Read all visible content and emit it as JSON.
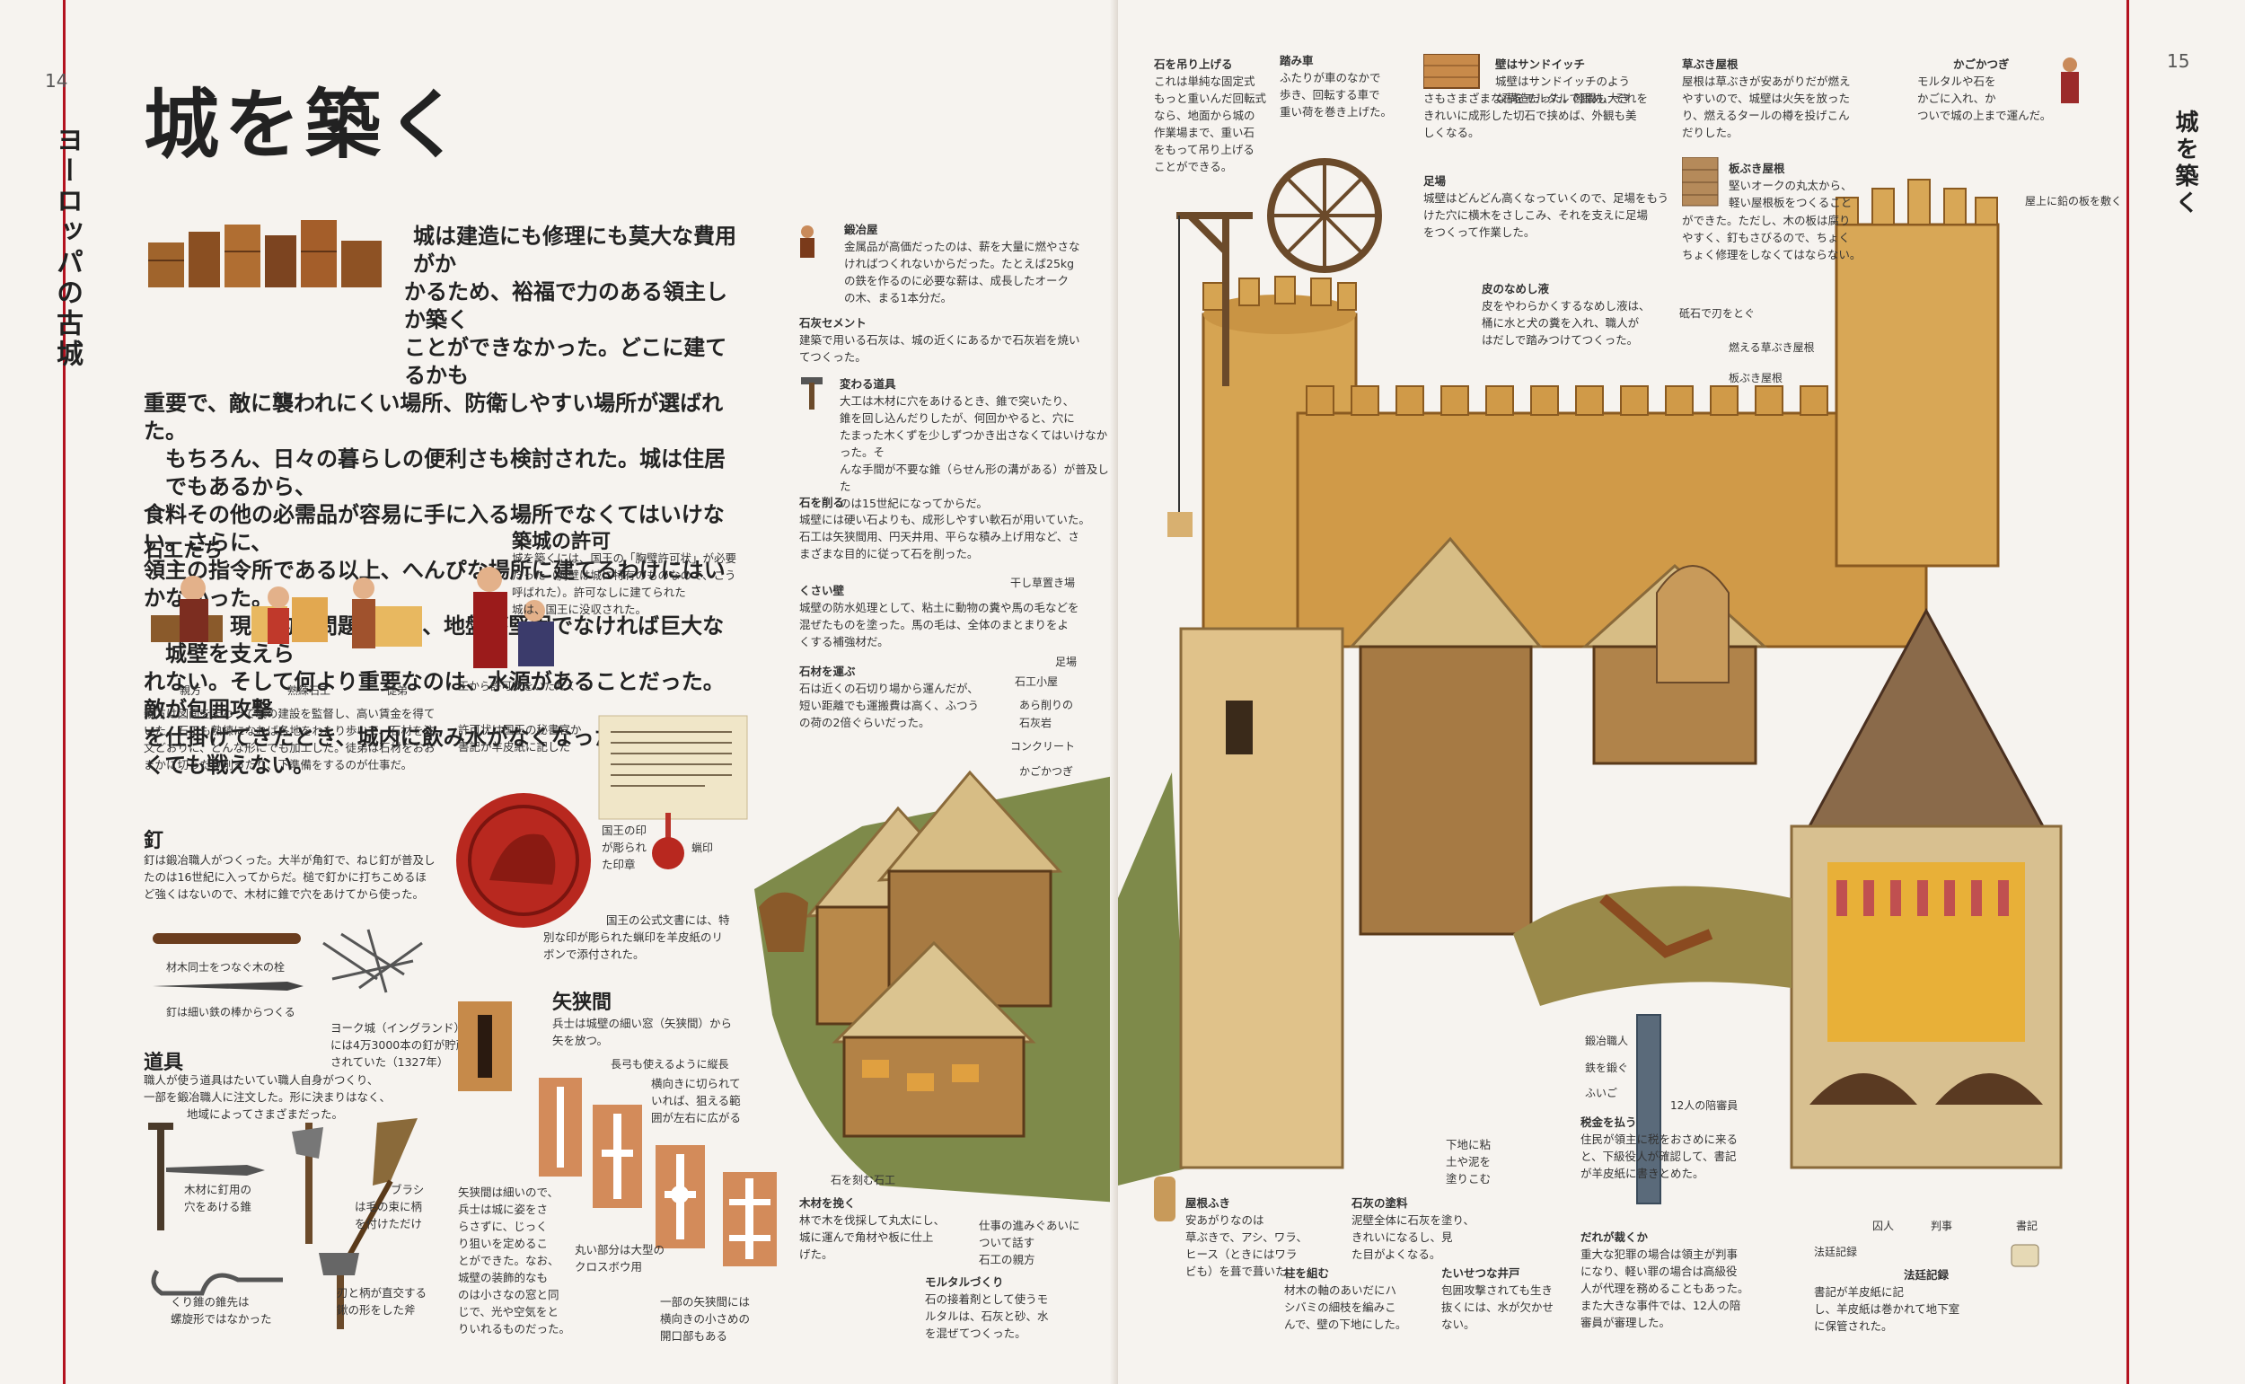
{
  "page_numbers": {
    "left": "14",
    "right": "15"
  },
  "running_heads": {
    "left": "ヨーロッパの古城",
    "right": "城を築く"
  },
  "title": "城を築く",
  "intro": [
    "城は建造にも修理にも莫大な費用がか",
    "かるため、裕福で力のある領主しか築く",
    "ことができなかった。どこに建てるかも",
    "重要で、敵に襲われにくい場所、防衛しやすい場所が選ばれた。",
    "もちろん、日々の暮らしの便利さも検討された。城は住居でもあるから、",
    "食料その他の必需品が容易に手に入る場所でなくてはいけない。さらに、",
    "領主の指令所である以上、へんぴな場所に建てるわけにはいかなかった。",
    "また、現実的な問題として、地盤が堅固でなければ巨大な城壁を支えら",
    "れない。そして何より重要なのは、水源があることだった。敵が包囲攻撃",
    "を仕掛けてきたとき、城内に飲み水がなくなったら、戦いたくても戦えない。"
  ],
  "sections": {
    "masons": {
      "heading": "石工たち",
      "labels": [
        "親方",
        "熟練石工",
        "徒弟"
      ],
      "text": [
        "親方は図面をまわって城の建設を監督し、高い賃金を得て",
        "いた。石工も熟練になれば各地をわたり歩いて、石材を注",
        "文どおりに、どんな形にでも加工した。徒弟は石材をおお",
        "まかに切ったり削ったり、下準備をするのが仕事だ。"
      ]
    },
    "permit": {
      "heading": "築城の許可",
      "text": [
        "城を築くには、国王の「胸壁許可状」が必要",
        "だった（胸壁は城に特有のものなので、こう",
        "呼ばれた）。許可なしに建てられた",
        "城は、国王に没収された。"
      ],
      "caption": "王から許可状をいただく",
      "document_caption": [
        "許可状は国王の秘書官か",
        "書記が羊皮紙に記した"
      ],
      "seal_caption": [
        "国王の印",
        "が彫られ",
        "た印章"
      ],
      "wax_label": "蝋印",
      "seal_text": [
        "国王の公式文書には、特",
        "別な印が彫られた蝋印を羊皮紙のリ",
        "ボンで添付された。"
      ]
    },
    "nails": {
      "heading": "釘",
      "text": [
        "釘は鍛冶職人がつくった。大半が角釘で、ねじ釘が普及し",
        "たのは16世紀に入ってからだ。槌で釘かに打ちこめるほ",
        "ど強くはないので、木材に錐で穴をあけてから使った。"
      ],
      "peg_label": "材木同士をつなぐ木の栓",
      "iron_label": "釘は細い鉄の棒からつくる",
      "york_text": [
        "ヨーク城（イングランド）",
        "には4万3000本の釘が貯蔵",
        "されていた（1327年）"
      ]
    },
    "tools": {
      "heading": "道具",
      "text": [
        "職人が使う道具はたいてい職人自身がつくり、",
        "一部を鍛冶職人に注文した。形に決まりはなく、",
        "地域によってさまざまだった。"
      ],
      "auger": [
        "木材に釘用の",
        "穴をあける錐"
      ],
      "brush": [
        "ブラシ",
        "は毛の束に柄",
        "を付けただけ"
      ],
      "brace": [
        "くり錐の錐先は",
        "螺旋形ではなかった"
      ],
      "axe": [
        "刃と柄が直交する",
        "鍬の形をした斧"
      ]
    },
    "loophole": {
      "heading": "矢狭間",
      "text": [
        "兵士は城壁の細い窓（矢狭間）から",
        "矢を放つ。"
      ],
      "longbow": [
        "長弓も使えるように縦長"
      ],
      "cross": [
        "横向きに切られて",
        "いれば、狙える範",
        "囲が左右に広がる"
      ],
      "text2": [
        "矢狭間は細いので、",
        "兵士は城に姿をさ",
        "らさずに、じっく",
        "り狙いを定めるこ",
        "とができた。なお、",
        "城壁の装飾的なも",
        "のは小さなの窓と同",
        "じで、光や空気をと",
        "りいれるものだった。"
      ],
      "round": [
        "丸い部分は大型の",
        "クロスボウ用"
      ],
      "slots": [
        "一部の矢狭間には",
        "横向きの小さめの",
        "開口部もある"
      ]
    },
    "middle": [
      {
        "h": "鍛冶屋",
        "t": [
          "金属品が高価だったのは、薪を大量に燃やさな",
          "ければつくれないからだった。たとえば25kg",
          "の鉄を作るのに必要な薪は、成長したオーク",
          "の木、まる1本分だ。"
        ]
      },
      {
        "h": "石灰セメント",
        "t": [
          "建築で用いる石灰は、城の近くにあるかで石灰岩を焼い",
          "てつくった。"
        ]
      },
      {
        "h": "変わる道具",
        "t": [
          "大工は木材に穴をあけるとき、錐で突いたり、",
          "錐を回し込んだりしたが、何回かやると、穴に",
          "たまった木くずを少しずつかき出さなくてはいけなかった。そ",
          "んな手間が不要な錐（らせん形の溝がある）が普及した",
          "のは15世紀になってからだ。"
        ]
      },
      {
        "h": "石を削る",
        "t": [
          "城壁には硬い石よりも、成形しやすい軟石が用いていた。",
          "石工は矢狭間用、円天井用、平らな積み上げ用など、さ",
          "まざまな目的に従って石を削った。"
        ]
      },
      {
        "h": "くさい壁",
        "t": [
          "城壁の防水処理として、粘土に動物の糞や馬の毛などを",
          "混ぜたものを塗った。馬の毛は、全体のまとまりをよ",
          "くする補強材だ。"
        ]
      },
      {
        "h": "石材を運ぶ",
        "t": [
          "石は近くの石切り場から運んだが、",
          "短い距離でも運搬費は高く、ふつう",
          "の荷の2倍ぐらいだった。"
        ]
      }
    ],
    "crane": {
      "h": "石を吊り上げる",
      "t": [
        "これは単純な固定式",
        "もっと重いんだ回転式",
        "なら、地面から城の",
        "作業場まで、重い石",
        "をもって吊り上げる",
        "ことができる。"
      ]
    },
    "treadwheel": {
      "h": "踏み車",
      "t": [
        "ふたりが車のなかで",
        "歩き、回転する車で",
        "重い荷を巻き上げた。"
      ]
    },
    "sandwich": {
      "h": "壁はサンドイッチ",
      "t": [
        "城壁はサンドイッチのよう",
        "な構造だった。隙間も大き",
        "さもさまざまな石をモルタルで固め、それを",
        "きれいに成形した切石で挟めば、外観も美",
        "しくなる。"
      ]
    },
    "scaffold": {
      "h": "足場",
      "t": [
        "城壁はどんどん高くなっていくので、足場をもう",
        "けた穴に横木をさしこみ、それを支えに足場",
        "をつくって作業した。"
      ]
    },
    "roof_thatch": {
      "h": "草ぶき屋根",
      "t": [
        "屋根は草ぶきが安あがりだが燃え",
        "やすいので、城壁は火矢を放った",
        "り、燃えるタールの樽を投げこん",
        "だりした。"
      ]
    },
    "roof_board": {
      "h": "板ぶき屋根",
      "t": [
        "堅いオークの丸太から、",
        "軽い屋根板をつくること",
        "ができた。ただし、木の板は腐り",
        "やすく、釘もさびるので、ちょく",
        "ちょく修理をしなくてはならない。"
      ]
    },
    "basket": {
      "h": "かごかつぎ",
      "t": [
        "モルタルや石を",
        "かごに入れ、か",
        "ついで城の上まで運んだ。"
      ]
    },
    "leather": {
      "h": "皮のなめし液",
      "t": [
        "皮をやわらかくするなめし液は、",
        "桶に水と犬の糞を入れ、職人が",
        "はだしで踏みつけてつくった。"
      ]
    },
    "bridge_board": {
      "t": [
        "屋上に鉛の板を敷く"
      ]
    },
    "right_labels": {
      "sharpen": "砥石で刃をとぐ",
      "burning_roof": "燃える草ぶき屋根",
      "tile_roof": "板ぶき屋根",
      "drying": "干し草置き場",
      "hut": "石工小屋",
      "scaffold2": "足場",
      "ripple": "あら削りの",
      "ripple2": "石灰岩",
      "concrete": "コンクリート",
      "basket2": "かごかつぎ",
      "carve": "石を刻む石工",
      "works": [
        "仕事の進みぐあいに",
        "ついて話す",
        "石工の親方"
      ],
      "smith": [
        "鍛冶職人"
      ],
      "hammer": "鉄を鍛ぐ",
      "bellows": "ふいご",
      "jury": "12人の陪審員",
      "prisoner": "囚人",
      "judge": "判事",
      "clerk": "書記",
      "court_record": "法廷記録",
      "paint": [
        "下地に粘",
        "土や泥を",
        "塗りこむ"
      ]
    },
    "bottom": [
      {
        "h": "木材を挽く",
        "t": [
          "林で木を伐採して丸太にし、",
          "城に運んで角材や板に仕上",
          "げた。"
        ]
      },
      {
        "h": "モルタルづくり",
        "t": [
          "石の接着剤として使うモ",
          "ルタルは、石灰と砂、水",
          "を混ぜてつくった。"
        ]
      },
      {
        "h": "屋根ふき",
        "t": [
          "安あがりなのは",
          "草ぶきで、アシ、ワラ、",
          "ヒース（ときにはワラ",
          "ビも）を葺で葺いた。"
        ]
      },
      {
        "h": "柱を組む",
        "t": [
          "材木の軸のあいだにハ",
          "シバミの細枝を編みこ",
          "んで、壁の下地にした。"
        ]
      },
      {
        "h": "石灰の塗料",
        "t": [
          "泥壁全体に石灰を塗り、",
          "きれいになるし、見",
          "た目がよくなる。"
        ]
      },
      {
        "h": "たいせつな井戸",
        "t": [
          "包囲攻撃されても生き",
          "抜くには、水が欠かせ",
          "ない。"
        ]
      },
      {
        "h": "税金を払う",
        "t": [
          "住民が領主に税をおさめに来る",
          "と、下級役人が確認して、書記",
          "が羊皮紙に書きとめた。"
        ]
      },
      {
        "h": "だれが裁くか",
        "t": [
          "重大な犯罪の場合は領主が判事",
          "になり、軽い罪の場合は高級役",
          "人が代理を務めることもあった。",
          "また大きな事件では、12人の陪",
          "審員が審理した。"
        ]
      },
      {
        "h": "法廷記録",
        "t": [
          "書記が羊皮紙に記",
          "し、羊皮紙は巻かれて地下室",
          "に保管された。"
        ]
      }
    ]
  }
}
